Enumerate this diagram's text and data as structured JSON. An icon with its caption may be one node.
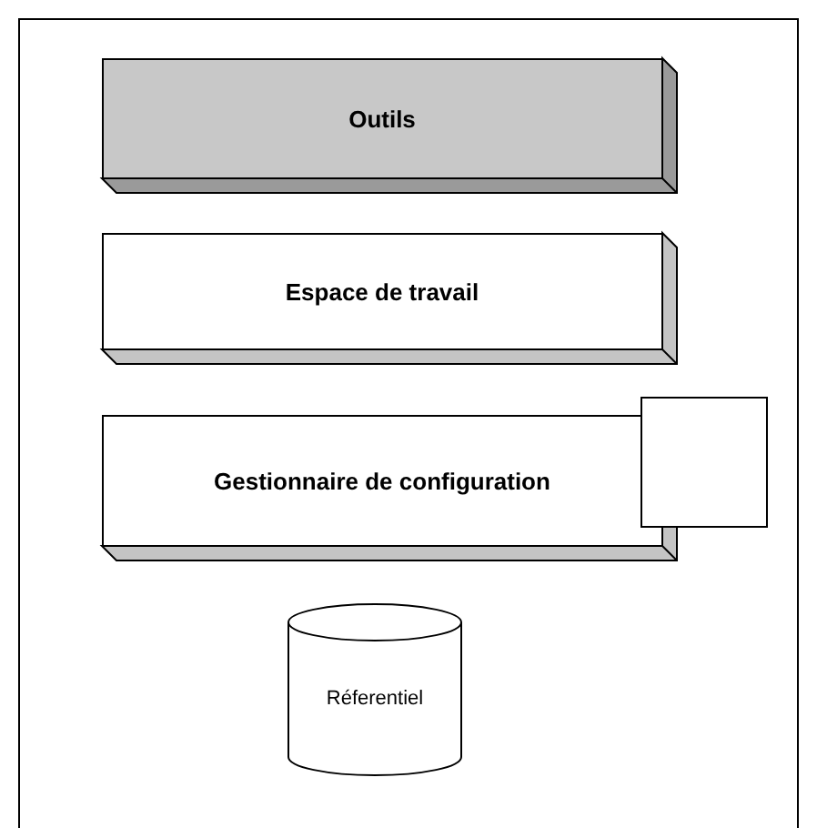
{
  "diagram": {
    "nodes": [
      {
        "text": [],
        "shape": "box"
      },
      {
        "text": [
          "Outils"
        ],
        "in": 0
      },
      {
        "text": [
          "Espace de travail"
        ],
        "in": 0
      },
      {
        "text": [
          "Gestionnaire de configuration"
        ],
        "in": 0
      },
      {
        "text": [],
        "shape": "box",
        "in": 0
      },
      {
        "text": [
          "Réferentiel"
        ],
        "in": 0
      }
    ]
  }
}
